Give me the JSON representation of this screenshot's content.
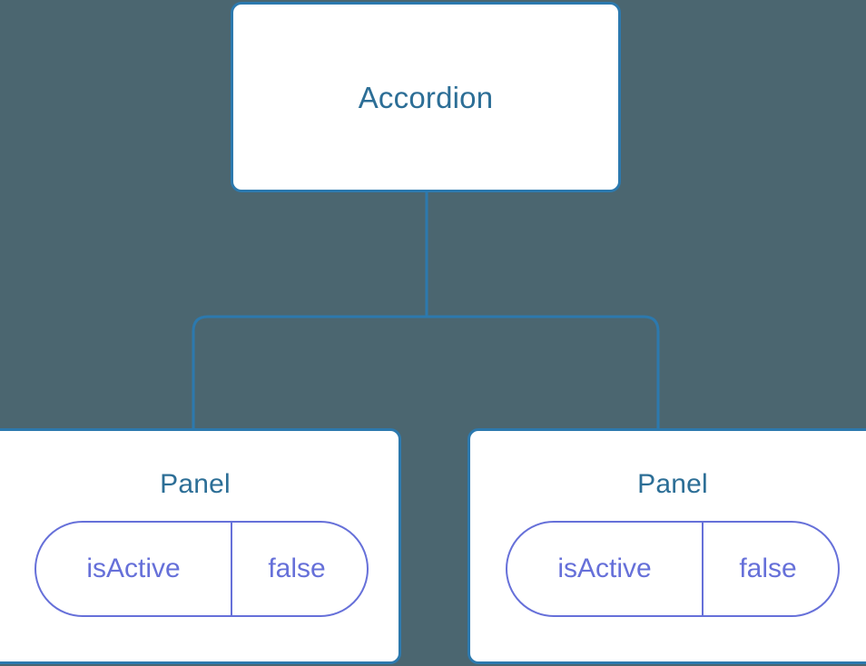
{
  "canvas": {
    "background_color": "#4b6670",
    "node_border_color": "#2c79ae",
    "node_fill_color": "#ffffff",
    "node_text_color": "#2c6e96",
    "state_accent_color": "#6670d9",
    "connector_color": "#2c79ae"
  },
  "tree": {
    "root": {
      "label": "Accordion"
    },
    "children": [
      {
        "label": "Panel",
        "state": {
          "key": "isActive",
          "value": "false"
        }
      },
      {
        "label": "Panel",
        "state": {
          "key": "isActive",
          "value": "false"
        }
      }
    ]
  }
}
